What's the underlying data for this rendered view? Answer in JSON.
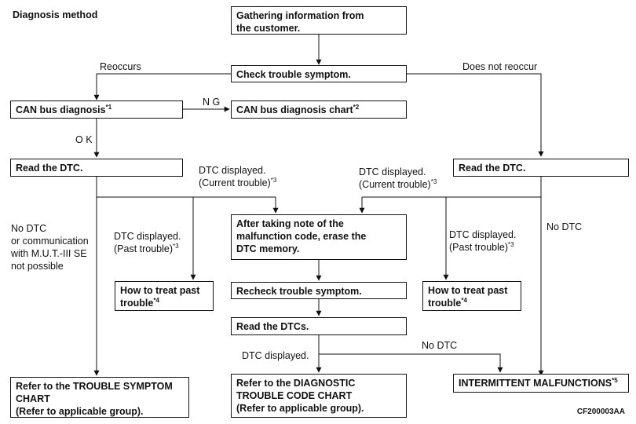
{
  "title": "Diagnosis method",
  "figure_id": "CF200003AA",
  "nodes": {
    "gather": {
      "lines": [
        "Gathering information from",
        "the customer."
      ]
    },
    "check": {
      "lines": [
        "Check trouble symptom."
      ]
    },
    "canbus": {
      "lines": [
        "CAN bus diagnosis"
      ],
      "note": "*1"
    },
    "canchart": {
      "lines": [
        "CAN bus diagnosis chart"
      ],
      "note": "*2"
    },
    "readL": {
      "lines": [
        "Read the DTC."
      ]
    },
    "readR": {
      "lines": [
        "Read the DTC."
      ]
    },
    "erase": {
      "lines": [
        "After taking note of the",
        "malfunction code, erase the",
        "DTC memory."
      ]
    },
    "pastL": {
      "lines": [
        "How to treat past",
        "trouble"
      ],
      "note": "*4"
    },
    "pastR": {
      "lines": [
        "How to treat past",
        "trouble"
      ],
      "note": "*4"
    },
    "recheck": {
      "lines": [
        "Recheck trouble symptom."
      ]
    },
    "readDTCs": {
      "lines": [
        "Read the DTCs."
      ]
    },
    "symptom": {
      "lines": [
        "Refer to the TROUBLE SYMPTOM",
        "CHART",
        "(Refer to applicable group)."
      ]
    },
    "dtcchart": {
      "lines": [
        "Refer to the DIAGNOSTIC",
        "TROUBLE CODE CHART",
        "(Refer to applicable group)."
      ]
    },
    "intermittent": {
      "lines": [
        "INTERMITTENT MALFUNCTIONS"
      ],
      "note": "*5"
    }
  },
  "labels": {
    "reoccurs": "Reoccurs",
    "not_reoccur": "Does not reoccur",
    "ng": "N G",
    "ok": "O K",
    "cur1": {
      "lines": [
        "DTC displayed.",
        "(Current trouble)"
      ],
      "note": "*3"
    },
    "cur2": {
      "lines": [
        "DTC displayed.",
        "(Current trouble)"
      ],
      "note": "*3"
    },
    "past1": {
      "lines": [
        "DTC displayed.",
        "(Past trouble)"
      ],
      "note": "*3"
    },
    "past2": {
      "lines": [
        "DTC displayed.",
        "(Past trouble)"
      ],
      "note": "*3"
    },
    "nodtc_left": {
      "lines": [
        "No DTC",
        "or communication",
        "with M.U.T.-III SE",
        "not possible"
      ]
    },
    "nodtc_right": "No DTC",
    "dtc_disp": "DTC displayed.",
    "nodtc_mid": "No DTC"
  }
}
